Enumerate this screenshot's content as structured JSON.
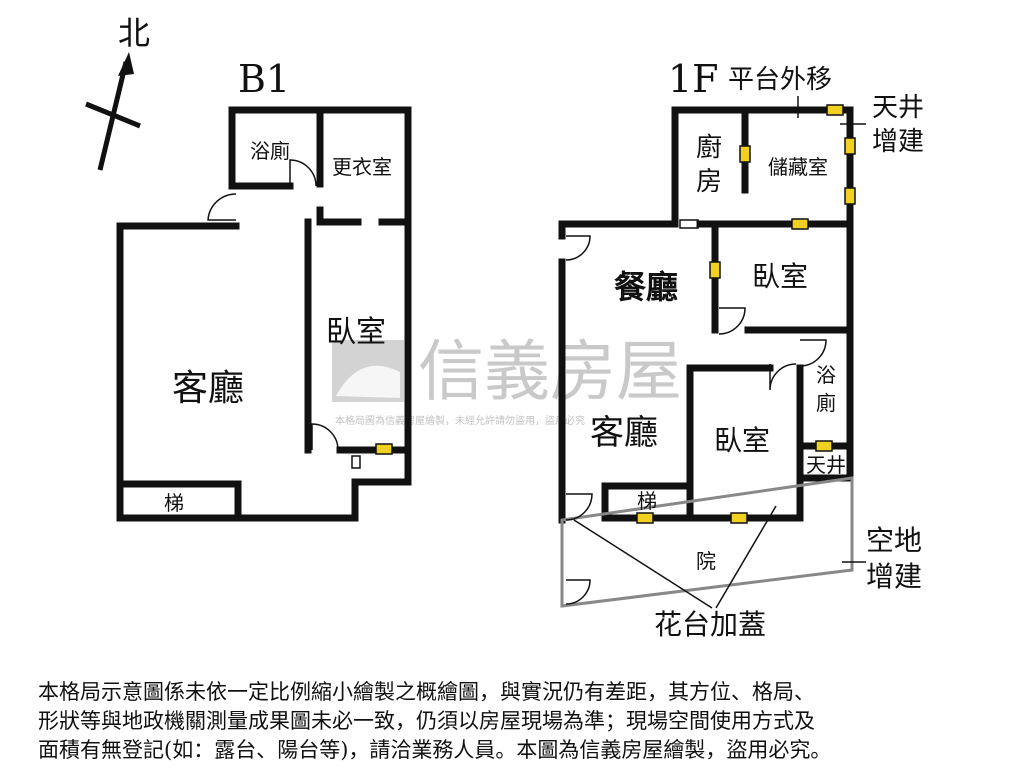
{
  "compass": {
    "north": "北"
  },
  "floors": {
    "b1": {
      "title": "B1",
      "rooms": {
        "bath": "浴廁",
        "dressing": "更衣室",
        "bedroom": "臥室",
        "living": "客廳",
        "stairs": "梯"
      }
    },
    "f1": {
      "title": "1F",
      "rooms": {
        "kitchen_1": "廚",
        "kitchen_2": "房",
        "storage": "儲藏室",
        "dining": "餐廳",
        "bedroom_upper": "臥室",
        "bath_1": "浴",
        "bath_2": "廁",
        "living": "客廳",
        "bedroom_lower": "臥室",
        "lightwell": "天井",
        "stairs": "梯",
        "yard": "院"
      }
    }
  },
  "annotations": {
    "platform_moved": "平台外移",
    "lightwell_added_1": "天井",
    "lightwell_added_2": "增建",
    "open_land_1": "空地",
    "open_land_2": "增建",
    "planter_roofed": "花台加蓋"
  },
  "watermark": {
    "brand": "信義房屋",
    "notice": "本格局圖為信義房屋繪製，未經允許請勿盜用，盜用必究"
  },
  "disclaimer": {
    "line1": "本格局示意圖係未依一定比例縮小繪製之概繪圖，與實況仍有差距，其方位、格局、",
    "line2": "形狀等與地政機關測量成果圖未必一致，仍須以房屋現場為準；現場空間使用方式及",
    "line3": "面積有無登記(如：露台、陽台等)，請洽業務人員。本圖為信義房屋繪製，盜用必究。"
  },
  "colors": {
    "wall": "#111111",
    "window_fill": "#f0d020",
    "watermark": "#c8c8c8"
  }
}
